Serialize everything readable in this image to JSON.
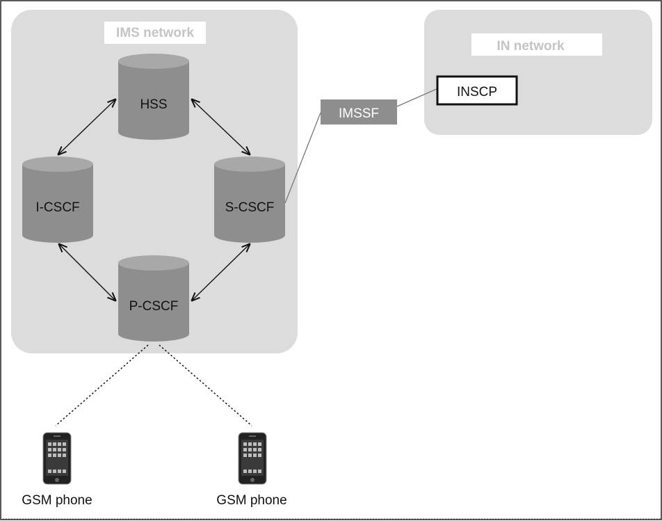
{
  "ims_network": {
    "label": "IMS network"
  },
  "in_network": {
    "label": "IN network"
  },
  "nodes": {
    "hss": "HSS",
    "icscf": "I-CSCF",
    "scscf": "S-CSCF",
    "pcscf": "P-CSCF",
    "imssf": "IMSSF",
    "inscp": "INSCP"
  },
  "phones": [
    {
      "label": "GSM phone"
    },
    {
      "label": "GSM phone"
    }
  ],
  "colors": {
    "region_fill": "#dcdcdc",
    "cylinder_body": "#8e8e8e",
    "cylinder_top": "#a8a8a8",
    "imssf_fill": "#8e8e8e",
    "outline": "#000000"
  }
}
